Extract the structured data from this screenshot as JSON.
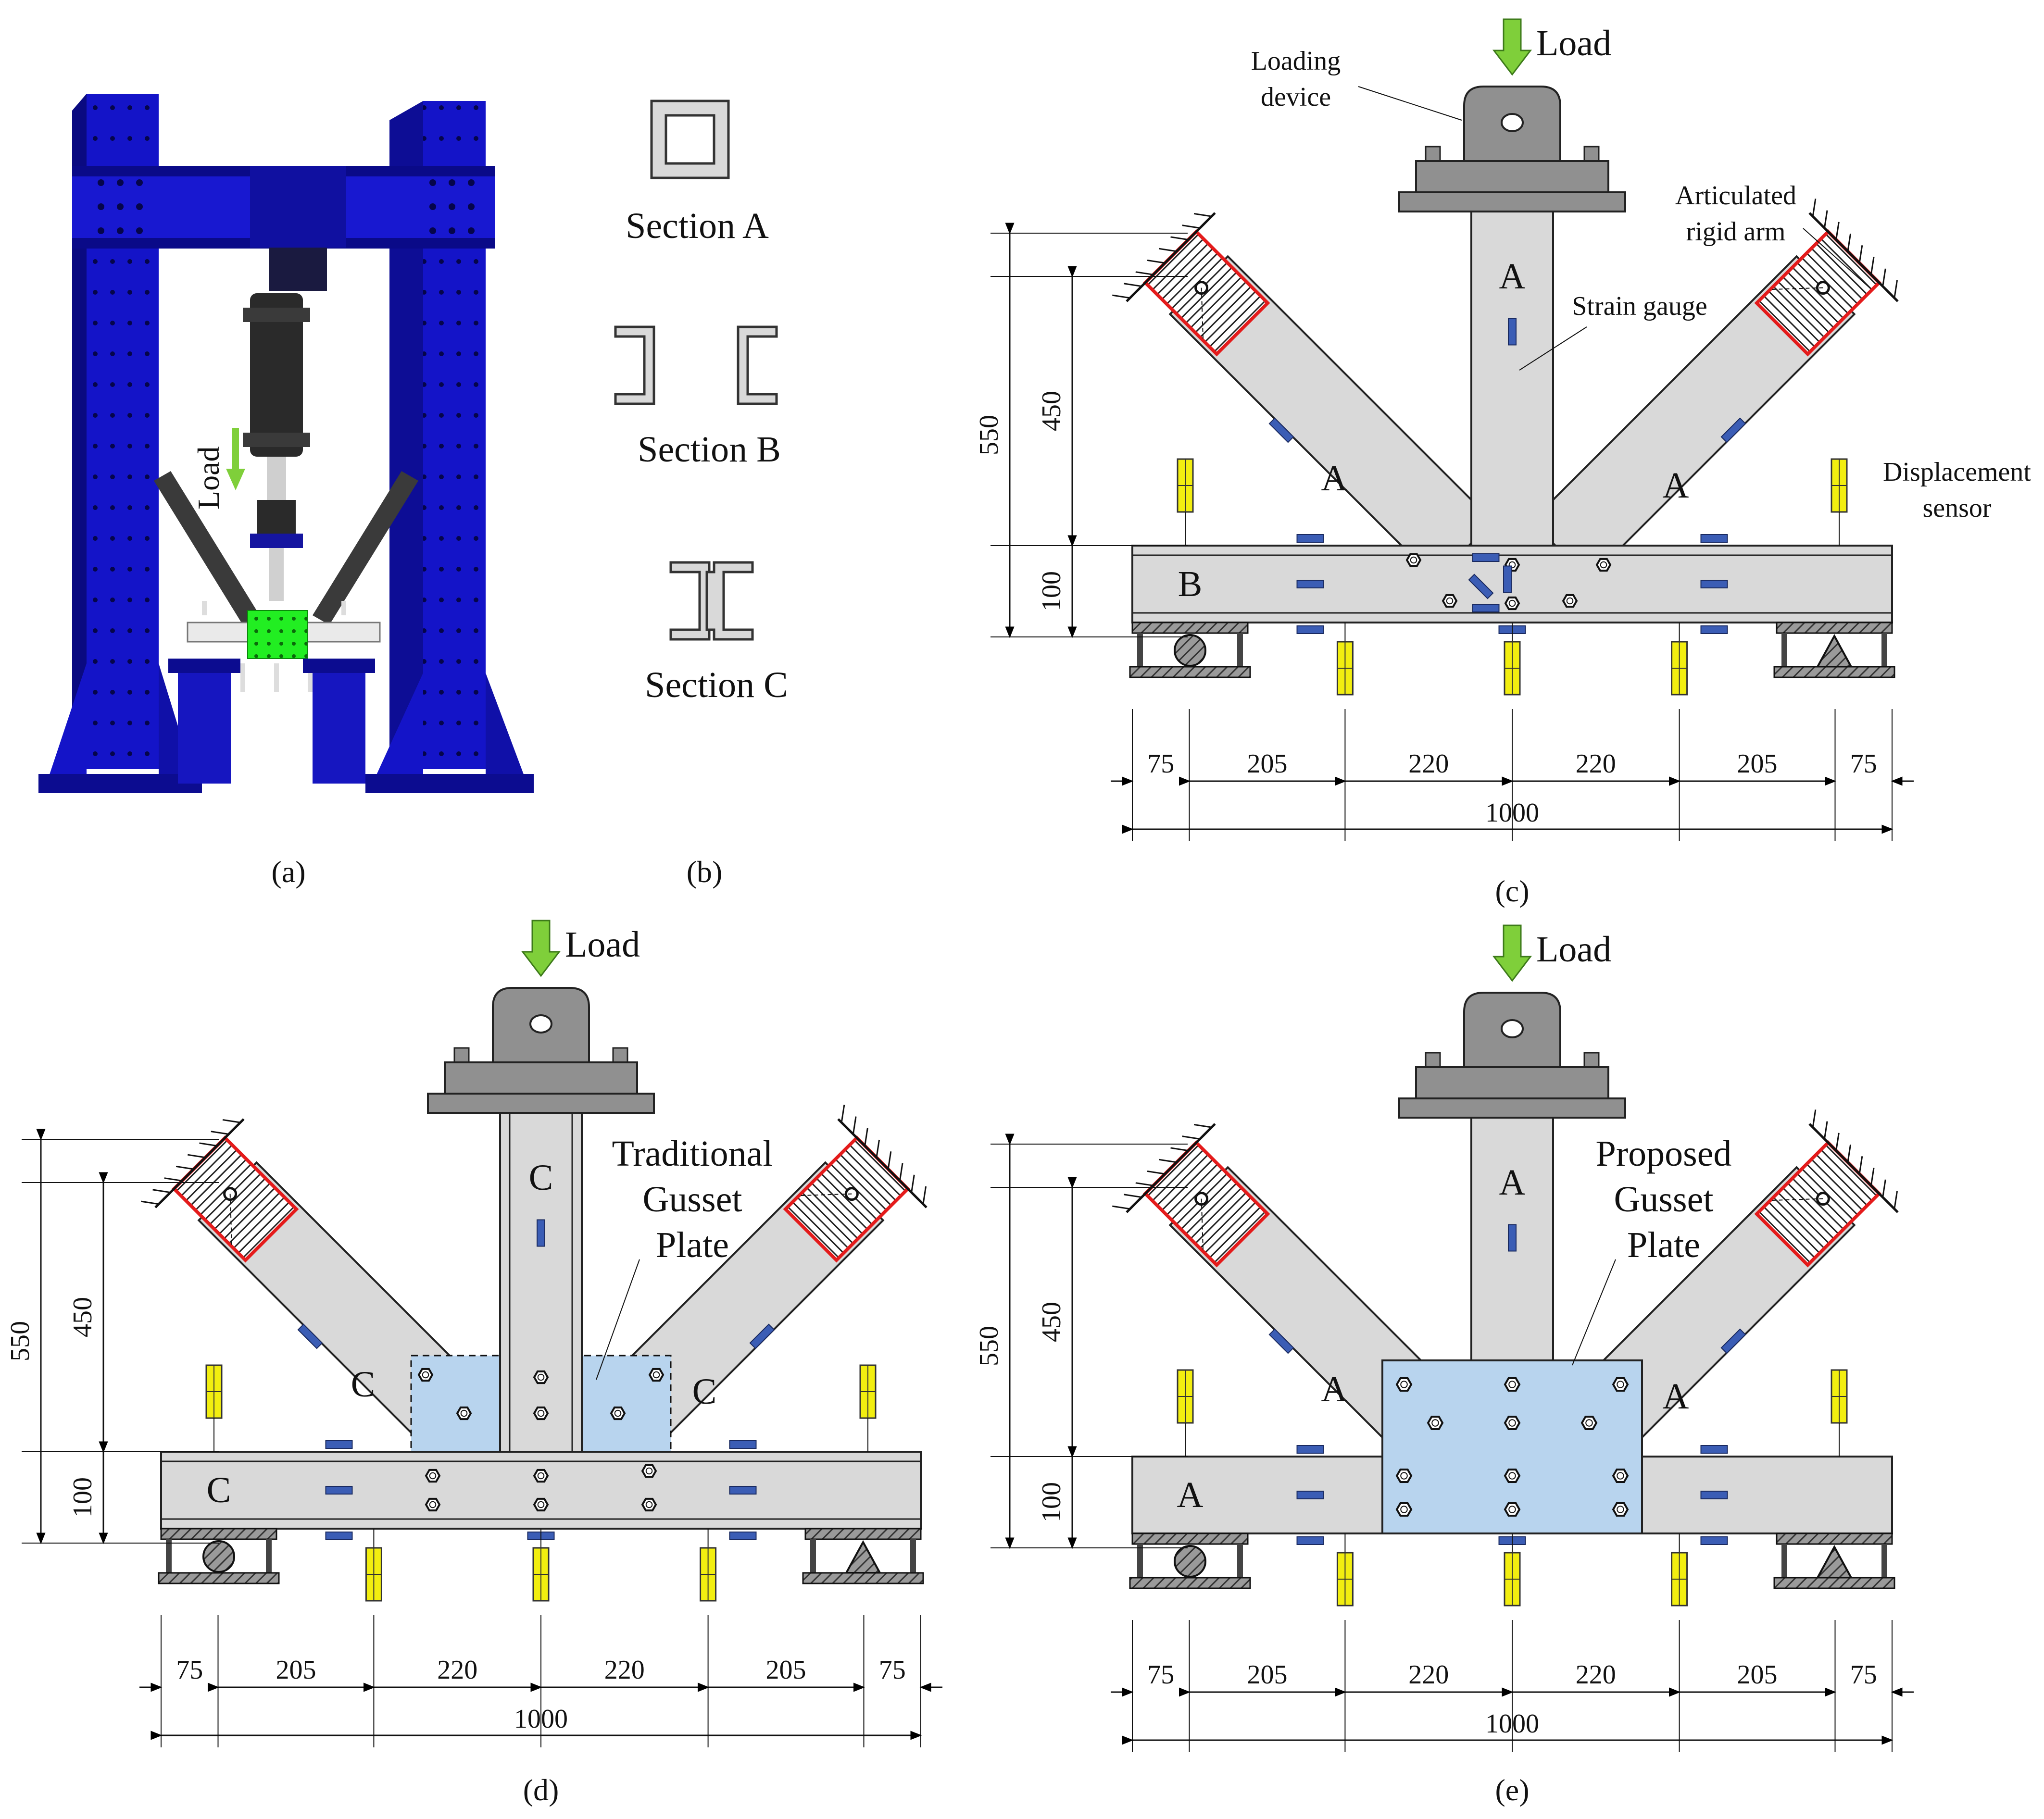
{
  "colors": {
    "frame_blue": "#1212c8",
    "frame_blue_dark": "#0a0a7a",
    "member_gray": "#d9d9d9",
    "device_gray": "#909090",
    "gusset_blue": "#b8d4ee",
    "green_load": "#7fcf3a",
    "green_plate": "#22ee22",
    "sensor_yellow": "#f2ee10",
    "gauge_blue": "#3b5db5",
    "red_box": "#e41b1b"
  },
  "panel_a": {
    "caption": "(a)",
    "load_label": "Load"
  },
  "panel_b": {
    "caption": "(b)",
    "section_a": "Section A",
    "section_b": "Section B",
    "section_c": "Section C"
  },
  "panel_c": {
    "caption": "(c)",
    "load": "Load",
    "loading_device": [
      "Loading",
      "device"
    ],
    "articulated_arm": [
      "Articulated",
      "rigid arm"
    ],
    "strain_gauge": "Strain gauge",
    "displacement_sensor": [
      "Displacement",
      "sensor"
    ],
    "member_labels": {
      "column": "A",
      "left_brace": "A",
      "right_brace": "A",
      "beam": "B"
    },
    "dims": {
      "total_height": "550",
      "brace_height": "450",
      "beam_depth": "100"
    }
  },
  "panel_d": {
    "caption": "(d)",
    "load": "Load",
    "gusset_label": [
      "Traditional",
      "Gusset",
      "Plate"
    ],
    "member_labels": {
      "column": "C",
      "left_brace": "C",
      "right_brace": "C",
      "beam": "C"
    },
    "dims": {
      "total_height": "550",
      "brace_height": "450",
      "beam_depth": "100"
    }
  },
  "panel_e": {
    "caption": "(e)",
    "load": "Load",
    "gusset_label": [
      "Proposed",
      "Gusset",
      "Plate"
    ],
    "member_labels": {
      "column": "A",
      "left_brace": "A",
      "right_brace": "A",
      "beam": "A"
    },
    "dims": {
      "total_height": "550",
      "brace_height": "450",
      "beam_depth": "100"
    }
  },
  "span_dims": [
    "75",
    "205",
    "220",
    "220",
    "205",
    "75"
  ],
  "total_span": "1000",
  "icons": [
    "load-arrow-icon",
    "hinge-support-icon",
    "roller-support-icon",
    "fixed-ground-icon"
  ]
}
